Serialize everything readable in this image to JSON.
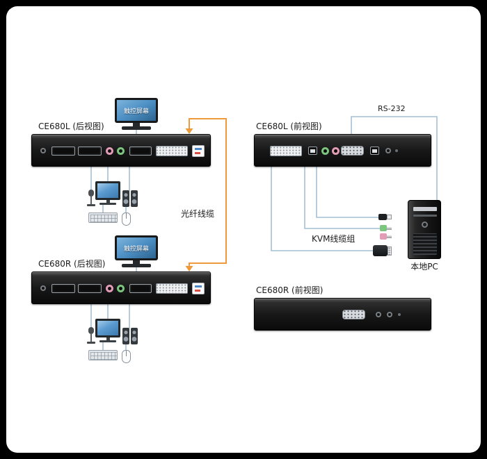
{
  "page": {
    "background": "#000000",
    "card_background": "#ffffff"
  },
  "labels": {
    "ce680l_rear": "CE680L (后视图)",
    "ce680r_rear": "CE680R (后视图)",
    "ce680l_front": "CE680L (前视图)",
    "ce680r_front": "CE680R (前视图)",
    "touchscreen_top": "触控屏幕",
    "touchscreen_bottom": "触控屏幕",
    "fiber_cable": "光纤线缆",
    "rs232": "RS-232",
    "kvm_cable_set": "KVM线缆组",
    "local_pc": "本地PC"
  },
  "colors": {
    "page-bg": "#000000",
    "card-bg": "#ffffff",
    "line": "#a4bfd4",
    "fiber": "#f0993a",
    "screen-blue": "#4d8fc4",
    "jack-pink": "#e39cb6",
    "jack-green": "#7cc57e",
    "label-text": "#1a1a1a"
  },
  "icons": {
    "touchscreen-monitor-icon": "css-shape",
    "desktop-monitor-icon": "css-shape",
    "keyboard-icon": "css-shape",
    "mouse-icon": "css-shape",
    "speakers-icon": "css-shape",
    "microphone-icon": "css-shape",
    "pc-tower-icon": "css-shape",
    "power-button-icon": "css-ring",
    "dvi-port-icon": "css-shape",
    "serial-db9-port-icon": "css-shape",
    "usb-b-port-icon": "css-shape",
    "audio-jack-green-icon": "css-ring",
    "audio-jack-pink-icon": "css-ring",
    "fiber-arrow-icon": "svg-triangle",
    "usb-plug-icon": "css-shape",
    "audio-plug-green-icon": "css-shape",
    "audio-plug-pink-icon": "css-shape",
    "dvi-plug-icon": "css-shape"
  }
}
